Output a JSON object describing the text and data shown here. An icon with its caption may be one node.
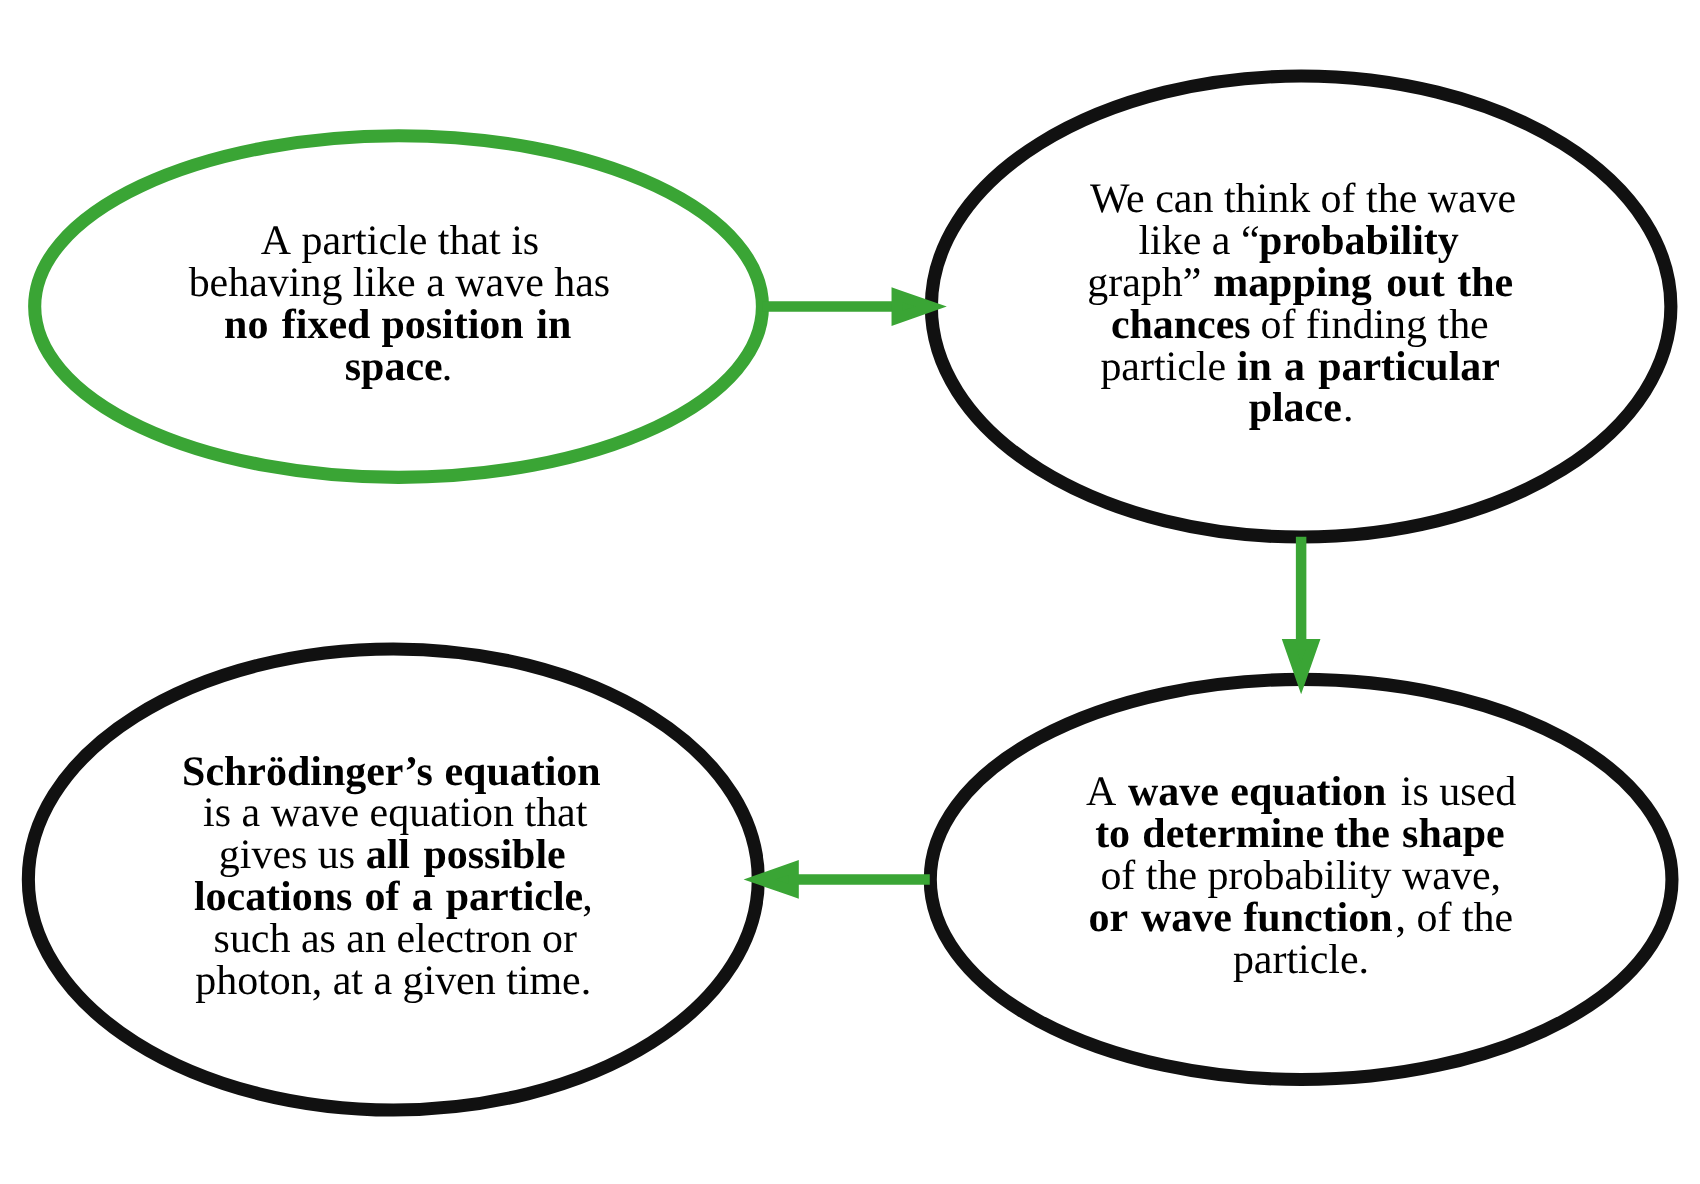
{
  "diagram": {
    "nodes": [
      {
        "text": [
          "A particle that is behaving like a wave has **no fixed position in space**."
        ]
      },
      {
        "text": [
          "We can think of the wave like a “**probability** graph” **mapping out the chances** of finding the particle **in a particular place**."
        ]
      },
      {
        "text": [
          "A **wave equation** is used **to determine the shape** of the probability wave, **or wave function**, of the particle."
        ]
      },
      {
        "text": [
          "**Schrödinger’s equation** is a wave equation that gives us **all possible locations of a particle**, such as an electron or photon, at a given time."
        ]
      }
    ],
    "edges": [
      {
        "from": 0,
        "to": 1,
        "arrow": "to"
      },
      {
        "from": 1,
        "to": 2,
        "arrow": "to"
      },
      {
        "from": 2,
        "to": 3,
        "arrow": "to"
      }
    ]
  }
}
